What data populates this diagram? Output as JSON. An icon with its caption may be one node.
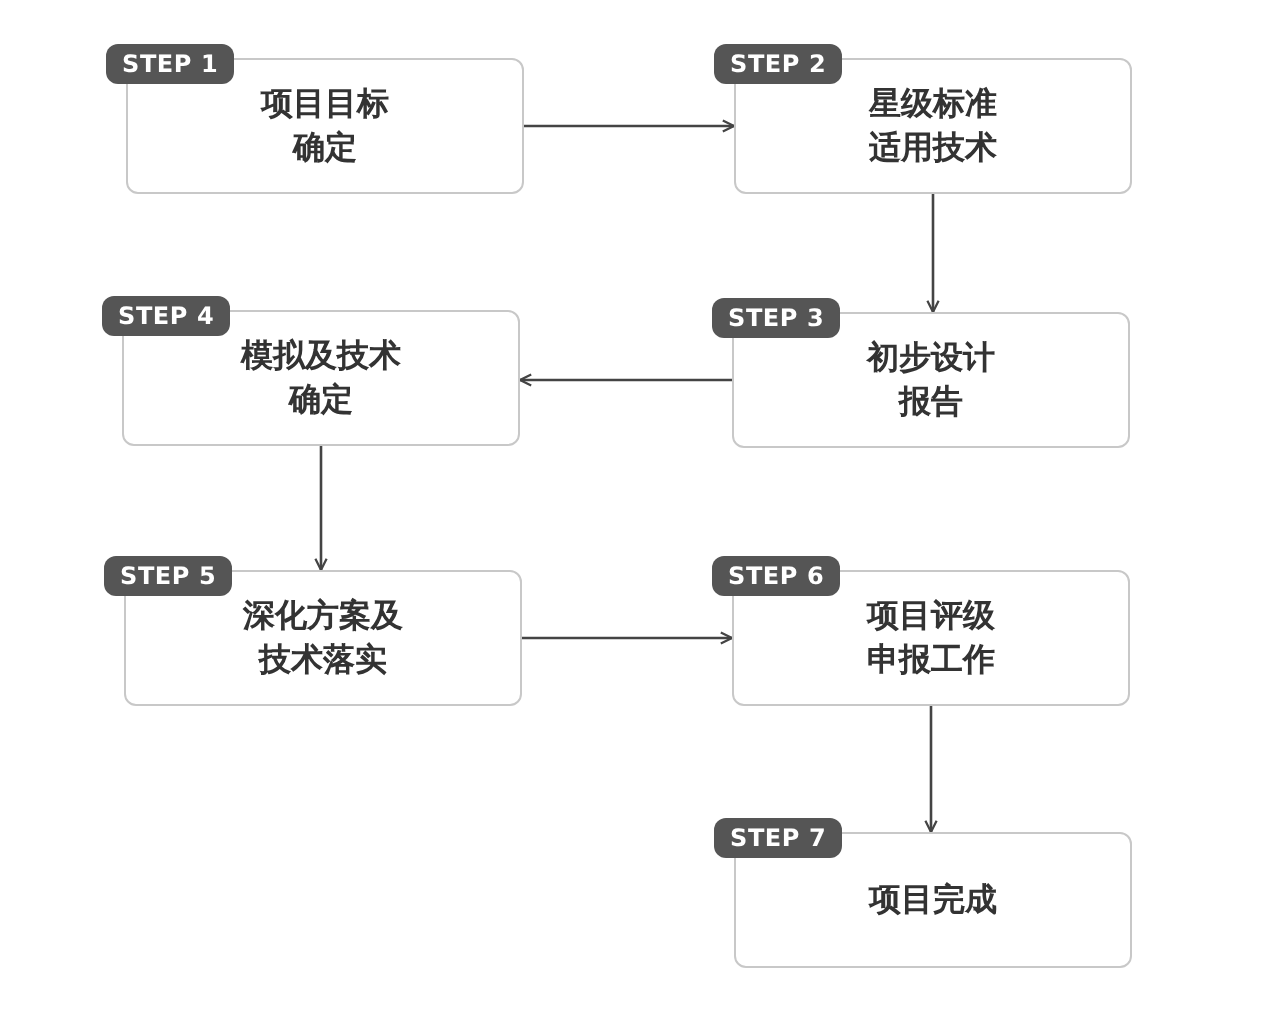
{
  "diagram": {
    "nodes": [
      {
        "text": [
          "STEP 1",
          "项目目标确定"
        ]
      },
      {
        "text": [
          "STEP 2",
          "星级标准适用技术"
        ]
      },
      {
        "text": [
          "STEP 3",
          "初步设计报告"
        ]
      },
      {
        "text": [
          "STEP 4",
          "模拟及技术确定"
        ]
      },
      {
        "text": [
          "STEP 5",
          "深化方案及技术落实"
        ]
      },
      {
        "text": [
          "STEP 6",
          "项目评级申报工作"
        ]
      },
      {
        "text": [
          "STEP 7",
          "项目完成"
        ]
      }
    ],
    "edges": [
      {
        "from": 0,
        "to": 1,
        "arrow": "to"
      },
      {
        "from": 1,
        "to": 2,
        "arrow": "to"
      },
      {
        "from": 2,
        "to": 3,
        "arrow": "to"
      },
      {
        "from": 3,
        "to": 4,
        "arrow": "to"
      },
      {
        "from": 4,
        "to": 5,
        "arrow": "to"
      },
      {
        "from": 5,
        "to": 6,
        "arrow": "to"
      }
    ]
  }
}
